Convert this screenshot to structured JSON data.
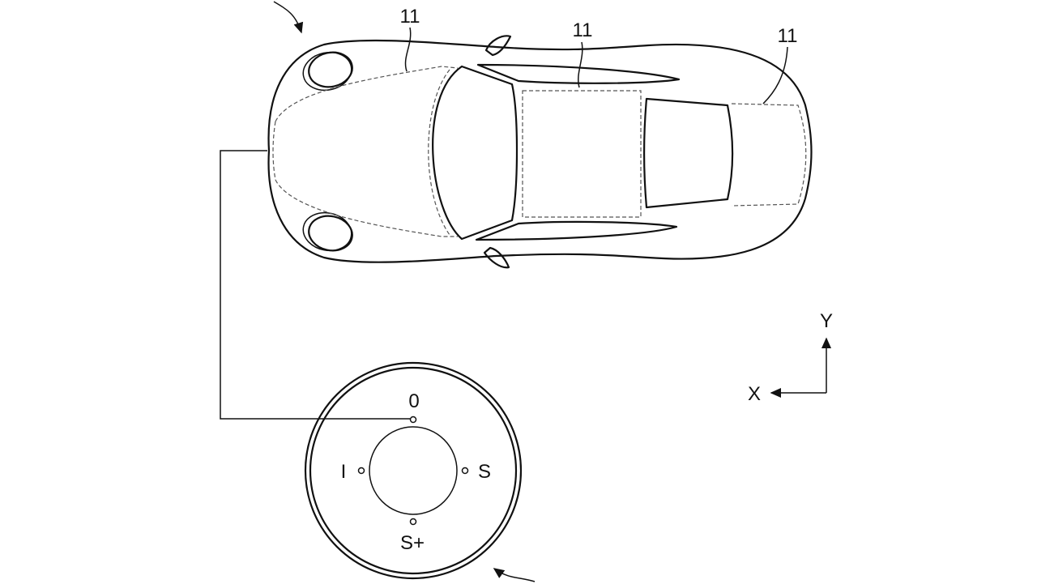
{
  "figure": {
    "reference_labels": [
      "11",
      "11",
      "11"
    ],
    "dial": {
      "positions": [
        "0",
        "I",
        "S",
        "S+"
      ]
    },
    "axes": {
      "x_label": "X",
      "y_label": "Y"
    }
  }
}
